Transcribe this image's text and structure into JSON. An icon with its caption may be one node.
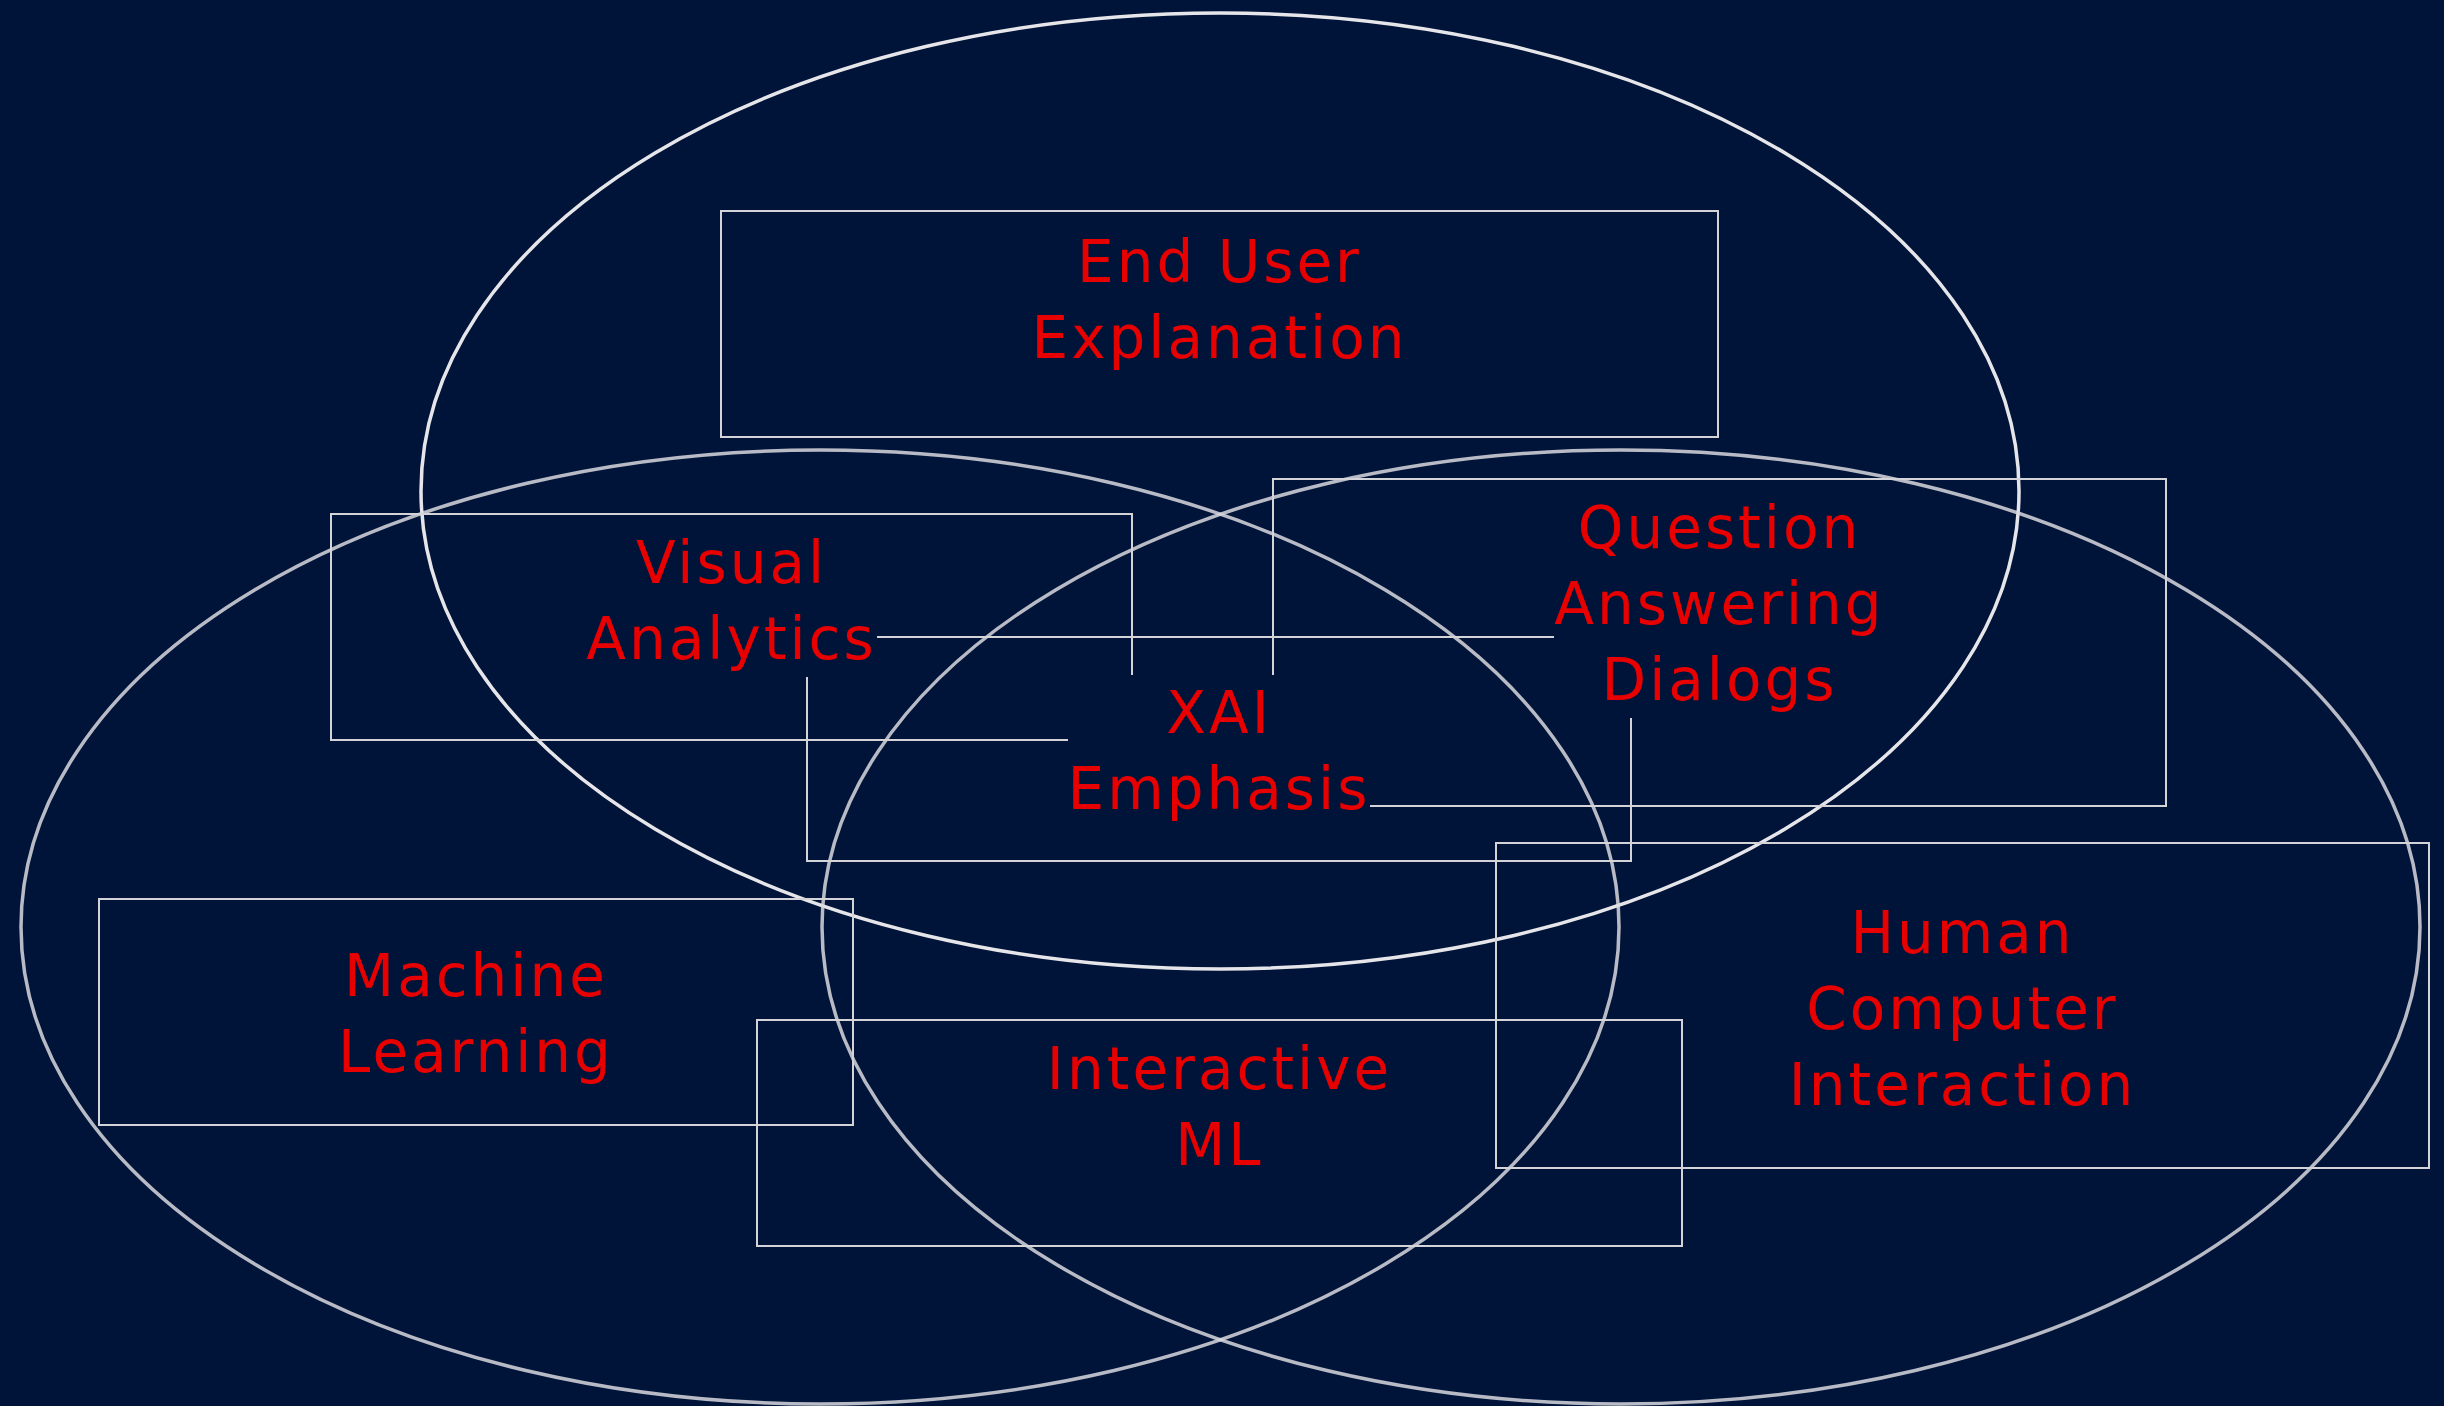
{
  "diagram": {
    "nodes": [
      {
        "text": [
          "End User Explanation"
        ]
      },
      {
        "text": [
          "Visual Analytics"
        ]
      },
      {
        "text": [
          "Question Answering Dialogs"
        ]
      },
      {
        "text": [
          "XAI Emphasis"
        ]
      },
      {
        "text": [
          "Machine Learning"
        ]
      },
      {
        "text": [
          "Human Computer Interaction"
        ]
      },
      {
        "text": [
          "Interactive ML"
        ]
      }
    ]
  }
}
